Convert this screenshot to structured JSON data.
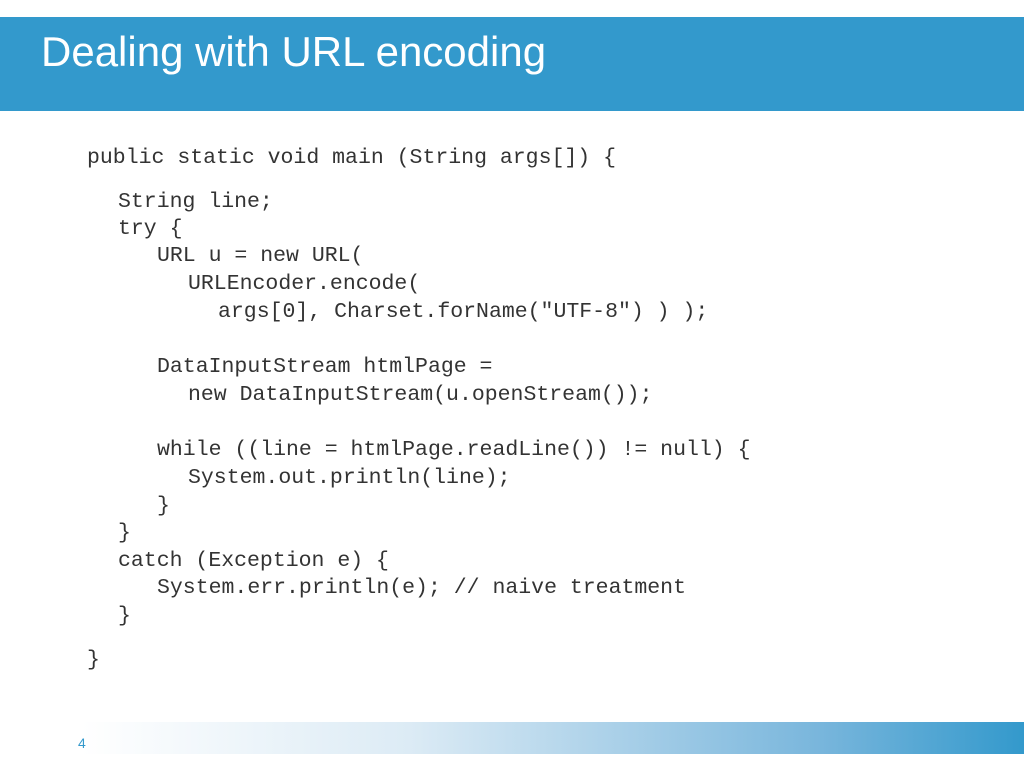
{
  "slide": {
    "title": "Dealing with URL encoding",
    "page_number": "4"
  },
  "code": {
    "lines": [
      "public static void main (String args[]) {",
      "String line;",
      "try {",
      "URL u = new URL(",
      "URLEncoder.encode(",
      "args[0], Charset.forName(\"UTF-8\") ) );",
      "DataInputStream htmlPage =",
      "new DataInputStream(u.openStream());",
      "while ((line = htmlPage.readLine()) != null) {",
      "System.out.println(line);",
      "}",
      "}",
      "catch (Exception e) {",
      "System.err.println(e); // naive treatment",
      "}",
      "}"
    ]
  },
  "colors": {
    "accent": "#3399cc",
    "title_text": "#ffffff",
    "code_text": "#333333"
  }
}
